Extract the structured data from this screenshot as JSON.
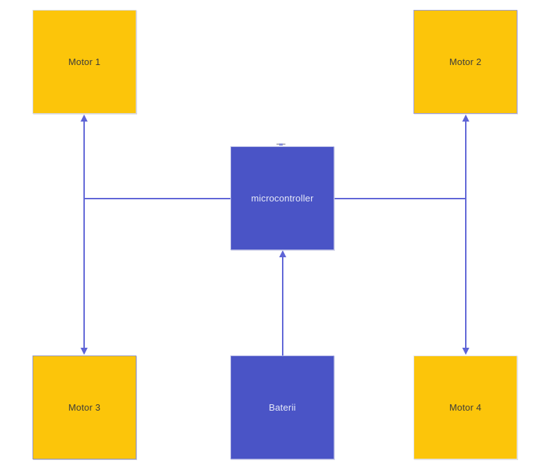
{
  "diagram": {
    "nodes": {
      "motor1": {
        "label": "Motor 1",
        "fill": "#FCC50A",
        "text_color": "#3B3B3B"
      },
      "motor2": {
        "label": "Motor 2",
        "fill": "#FCC50A",
        "text_color": "#3B3B3B"
      },
      "motor3": {
        "label": "Motor 3",
        "fill": "#FCC50A",
        "text_color": "#3B3B3B"
      },
      "motor4": {
        "label": "Motor 4",
        "fill": "#FCC50A",
        "text_color": "#3B3B3B"
      },
      "microcontroller": {
        "label": "microcontroller",
        "fill": "#4A54C6",
        "text_color": "#E7EAF8"
      },
      "battery": {
        "label": "Baterii",
        "fill": "#4A54C6",
        "text_color": "#E7EAF8"
      }
    },
    "connections": [
      {
        "from": "motor1",
        "to": "motor3",
        "style": "double-arrow"
      },
      {
        "from": "motor2",
        "to": "motor4",
        "style": "double-arrow"
      },
      {
        "from": "microcontroller",
        "to": "left-motor-bus",
        "style": "line"
      },
      {
        "from": "microcontroller",
        "to": "right-motor-bus",
        "style": "line"
      },
      {
        "from": "battery",
        "to": "microcontroller",
        "style": "arrow"
      }
    ],
    "colors": {
      "motor_fill": "#FCC50A",
      "controller_fill": "#4A54C6",
      "connector": "#5E64D6",
      "background": "#FFFFFF"
    }
  }
}
